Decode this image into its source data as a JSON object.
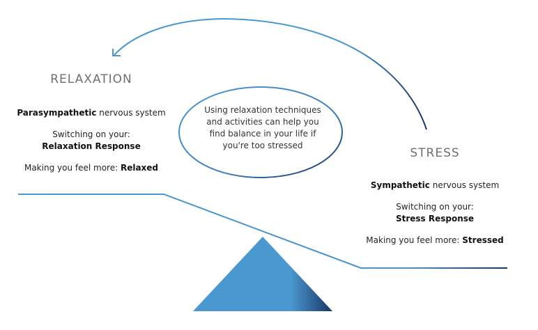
{
  "diagram": {
    "relaxation": {
      "heading": "RELAXATION",
      "system_bold": "Parasympathetic",
      "system_rest": " nervous system",
      "switching_label": "Switching on your:",
      "response": "Relaxation Response",
      "feel_label": "Making you feel more: ",
      "feel_value": "Relaxed"
    },
    "stress": {
      "heading": "STRESS",
      "system_bold": "Sympathetic",
      "system_rest": " nervous system",
      "switching_label": "Switching on your:",
      "response": "Stress Response",
      "feel_label": "Making you feel more: ",
      "feel_value": "Stressed"
    },
    "center_note": {
      "lines": [
        "Using relaxation techniques",
        "and activities can help you",
        "find balance in your life if",
        "you're too stressed"
      ]
    },
    "colors": {
      "light_blue": "#4a98d0",
      "dark_blue": "#1a3466",
      "heading_gray": "#6f6f71"
    },
    "icons": {
      "arrow": "curved-arrow-from-stress-to-relaxation",
      "fulcrum": "triangle-fulcrum",
      "balance": "seesaw-balance-beam"
    }
  }
}
